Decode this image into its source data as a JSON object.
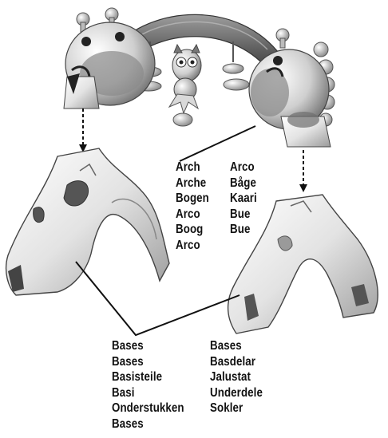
{
  "arch_labels": {
    "col1": [
      "Arch",
      "Arche",
      "Bogen",
      "Arco",
      "Boog",
      "Arco"
    ],
    "col2": [
      "Arco",
      "Båge",
      "Kaari",
      "Bue",
      "Bue"
    ]
  },
  "bases_labels": {
    "col1": [
      "Bases",
      "Bases",
      "Basisteile",
      "Basi",
      "Onderstukken",
      "Bases"
    ],
    "col2": [
      "Bases",
      "Basdelar",
      "Jalustat",
      "Underdele",
      "Sokler"
    ]
  }
}
